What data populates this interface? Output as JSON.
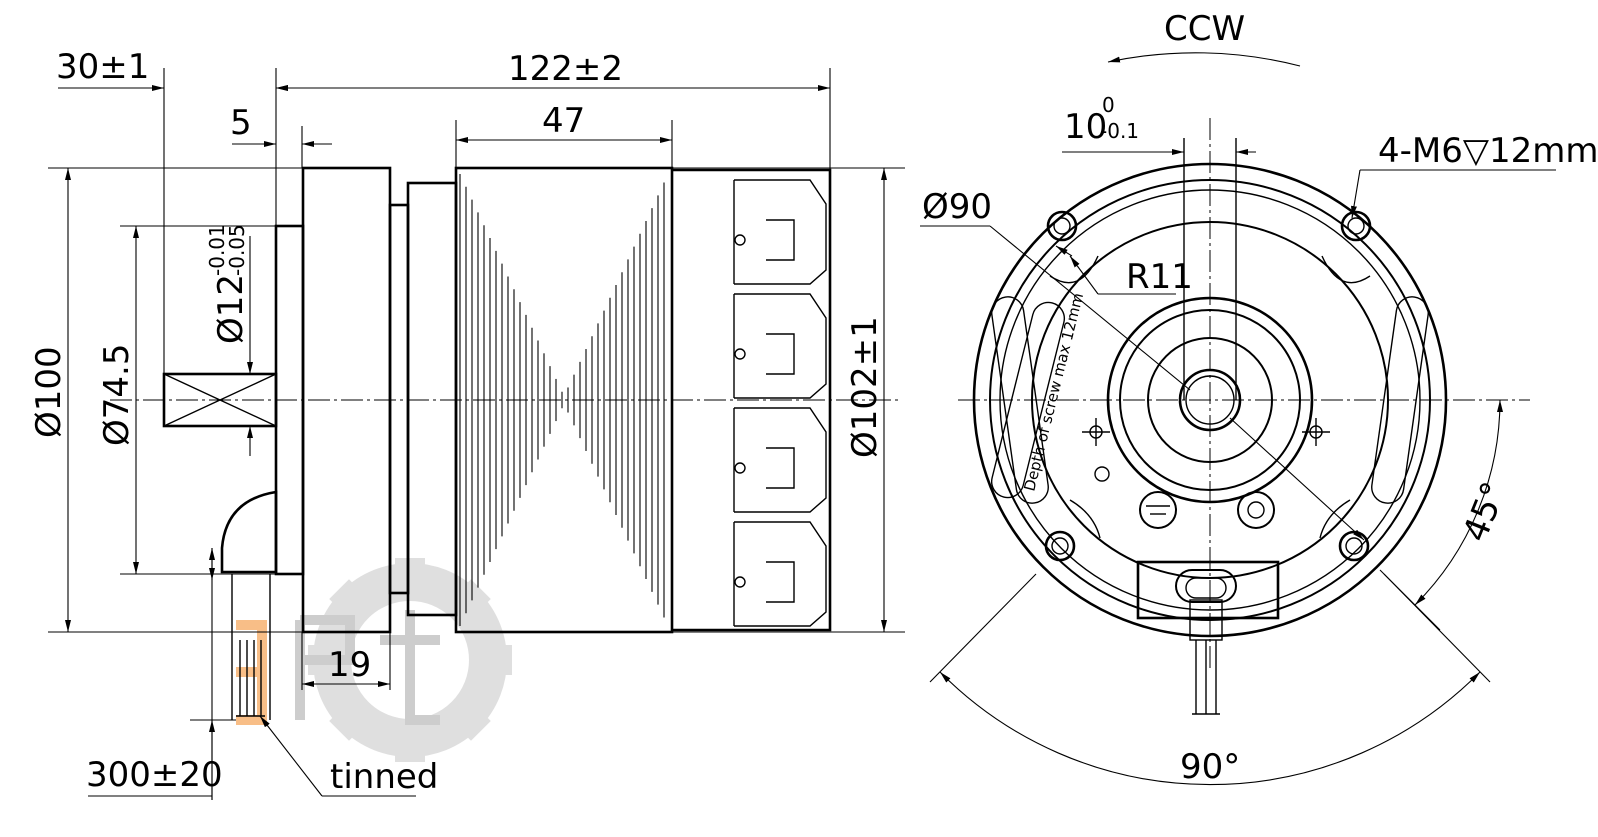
{
  "side_view": {
    "dim_flange_length": "30±1",
    "dim_overall_length": "122±2",
    "dim_pilot": "5",
    "dim_fin_length": "47",
    "dim_body_diameter": "Ø100",
    "dim_pilot_diameter": "Ø74.5",
    "dim_shaft_diameter": "Ø12",
    "dim_shaft_tol_upper": "-0.01",
    "dim_shaft_tol_lower": "-0.05",
    "dim_rotor_diameter": "Ø102±1",
    "dim_cable_exit": "19",
    "dim_lead_length": "300±20",
    "lead_note": "tinned"
  },
  "front_view": {
    "rotation": "CCW",
    "dim_bolt_circle": "Ø90",
    "dim_key_width": "10",
    "dim_key_tol_upper": "0",
    "dim_key_tol_lower": "-0.1",
    "dim_radius": "R11",
    "dim_holes": "4-M6▽12mm",
    "dim_angle_45": "45°",
    "dim_angle_90": "90°",
    "screw_note": "Depth of screw max 12mm"
  },
  "colors": {
    "line": "#000000",
    "watermark_gear": "#d9d9d9",
    "watermark_orange": "#f6a04d"
  }
}
